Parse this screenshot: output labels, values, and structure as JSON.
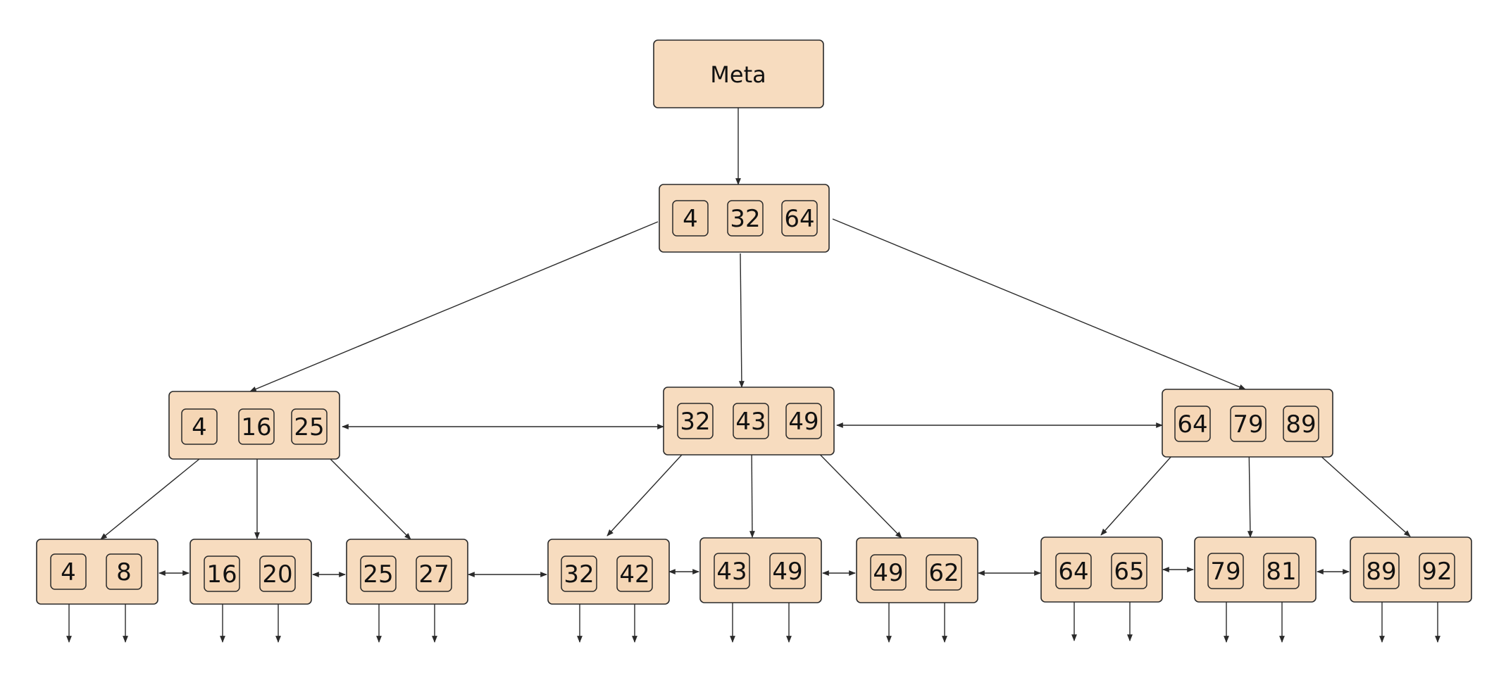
{
  "meta": {
    "label": "Meta"
  },
  "root": {
    "keys": [
      "4",
      "32",
      "64"
    ]
  },
  "internal": [
    {
      "keys": [
        "4",
        "16",
        "25"
      ]
    },
    {
      "keys": [
        "32",
        "43",
        "49"
      ]
    },
    {
      "keys": [
        "64",
        "79",
        "89"
      ]
    }
  ],
  "leaves": [
    {
      "keys": [
        "4",
        "8"
      ]
    },
    {
      "keys": [
        "16",
        "20"
      ]
    },
    {
      "keys": [
        "25",
        "27"
      ]
    },
    {
      "keys": [
        "32",
        "42"
      ]
    },
    {
      "keys": [
        "43",
        "49"
      ]
    },
    {
      "keys": [
        "49",
        "62"
      ]
    },
    {
      "keys": [
        "64",
        "65"
      ]
    },
    {
      "keys": [
        "79",
        "81"
      ]
    },
    {
      "keys": [
        "89",
        "92"
      ]
    }
  ],
  "colors": {
    "node_fill": "#f7dcbf",
    "stroke": "#2a2a2a"
  }
}
